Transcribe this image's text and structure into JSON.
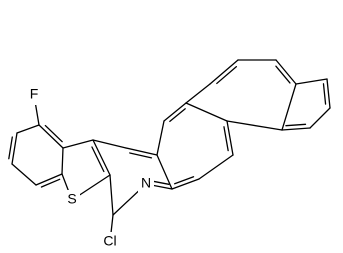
{
  "molecule": {
    "atoms": [
      {
        "id": "F",
        "label": "F"
      },
      {
        "id": "S",
        "label": "S"
      },
      {
        "id": "N",
        "label": "N"
      },
      {
        "id": "Cl",
        "label": "Cl"
      }
    ]
  }
}
